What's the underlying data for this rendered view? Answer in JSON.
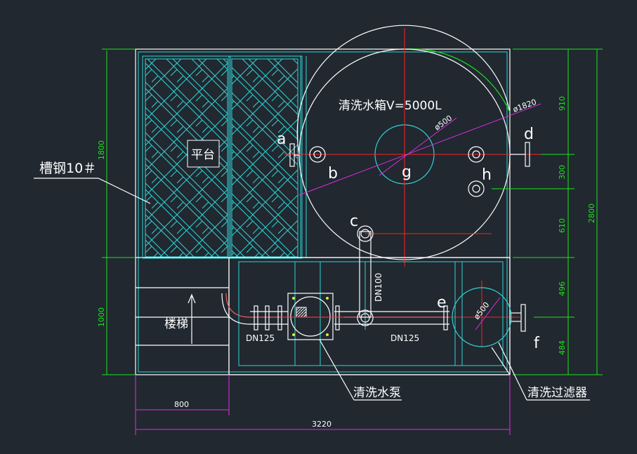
{
  "drawing": {
    "tank_label": "清洗水箱V=5000L",
    "platform_label": "平台",
    "channel_label": "槽钢10＃",
    "stairs_label": "楼梯",
    "pump_label": "清洗水泵",
    "filter_label": "清洗过滤器",
    "pipe_dn125_left": "DN125",
    "pipe_dn125_right": "DN125",
    "pipe_dn100": "DN100",
    "dia_tank": "ø1820",
    "dia_center": "ø500",
    "dia_filter": "ø500",
    "points": {
      "a": "a",
      "b": "b",
      "c": "c",
      "d": "d",
      "e": "e",
      "f": "f",
      "g": "g",
      "h": "h"
    }
  },
  "dimensions": {
    "left_1800": "1800",
    "left_1000": "1000",
    "right_910": "910",
    "right_300": "300",
    "right_610": "610",
    "right_496": "496",
    "right_484": "484",
    "right_2800": "2800",
    "bottom_800": "800",
    "bottom_3220": "3220"
  },
  "colors": {
    "background": "#212830",
    "frame": "#2fd4d4",
    "dimension": "#19e619",
    "leader": "#e02ee0",
    "centerline": "#ff2020"
  }
}
